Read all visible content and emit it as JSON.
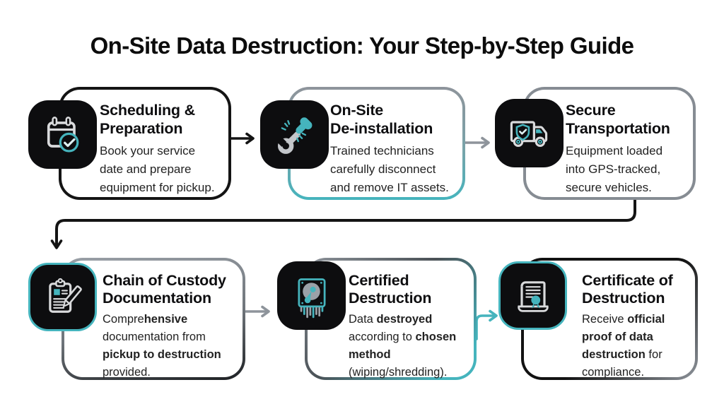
{
  "page": {
    "title": "On-Site Data Destruction: Your Step-by-Step Guide",
    "background": "#ffffff"
  },
  "colors": {
    "ink": "#141414",
    "gray": "#8e949b",
    "teal": "#45b4bd",
    "body_text": "#222222"
  },
  "flow": {
    "arrows": [
      {
        "name": "flow-arrow-1-2",
        "from": "scheduling-preparation",
        "to": "on-site-de-installation",
        "color": "#141414"
      },
      {
        "name": "flow-arrow-2-3",
        "from": "on-site-de-installation",
        "to": "secure-transportation",
        "color": "#8e949b"
      },
      {
        "name": "flow-connector-3-4",
        "from": "secure-transportation",
        "to": "chain-of-custody-documentation",
        "color": "#141414",
        "shape": "elbow"
      },
      {
        "name": "flow-arrow-4-5",
        "from": "chain-of-custody-documentation",
        "to": "certified-destruction",
        "color": "#8e949b"
      },
      {
        "name": "flow-arrow-5-6",
        "from": "certified-destruction",
        "to": "certificate-of-destruction",
        "color": "#45b4bd"
      }
    ]
  },
  "steps": [
    {
      "name": "scheduling-preparation",
      "icon": "calendar-check-icon",
      "title_lines": [
        "Scheduling &",
        "Preparation"
      ],
      "body_lines": [
        [
          {
            "t": "Book your service"
          }
        ],
        [
          {
            "t": "date and prepare"
          }
        ],
        [
          {
            "t": "equipment for pickup."
          }
        ]
      ]
    },
    {
      "name": "on-site-de-installation",
      "icon": "wrench-disconnect-icon",
      "title_lines": [
        "On-Site",
        "De-installation"
      ],
      "body_lines": [
        [
          {
            "t": "Trained technicians"
          }
        ],
        [
          {
            "t": "carefully disconnect"
          }
        ],
        [
          {
            "t": "and remove IT assets."
          }
        ]
      ]
    },
    {
      "name": "secure-transportation",
      "icon": "secure-truck-icon",
      "title_lines": [
        "Secure",
        "Transportation"
      ],
      "body_lines": [
        [
          {
            "t": "Equipment loaded"
          }
        ],
        [
          {
            "t": "into GPS-tracked,"
          }
        ],
        [
          {
            "t": "secure vehicles."
          }
        ]
      ]
    },
    {
      "name": "chain-of-custody-documentation",
      "icon": "clipboard-document-icon",
      "title_lines": [
        "Chain of Custody",
        "Documentation"
      ],
      "body_lines": [
        [
          {
            "t": "Compre"
          },
          {
            "t": "hensive",
            "b": true
          }
        ],
        [
          {
            "t": "documentation from"
          }
        ],
        [
          {
            "t": "pickup to destruction",
            "b": true
          }
        ],
        [
          {
            "t": "provided."
          }
        ]
      ]
    },
    {
      "name": "certified-destruction",
      "icon": "hard-drive-shred-icon",
      "title_lines": [
        "Certified",
        "Destruction"
      ],
      "body_lines": [
        [
          {
            "t": "Data "
          },
          {
            "t": "destroyed",
            "b": true
          }
        ],
        [
          {
            "t": "according to "
          },
          {
            "t": "chosen",
            "b": true
          }
        ],
        [
          {
            "t": "method",
            "b": true
          }
        ],
        [
          {
            "t": "(wiping/shredding)."
          }
        ]
      ]
    },
    {
      "name": "certificate-of-destruction",
      "icon": "certificate-seal-icon",
      "title_lines": [
        "Certificate of",
        "Destruction"
      ],
      "body_lines": [
        [
          {
            "t": "Receive "
          },
          {
            "t": "official",
            "b": true
          }
        ],
        [
          {
            "t": "proof of data",
            "b": true
          }
        ],
        [
          {
            "t": "destruction",
            "b": true
          },
          {
            "t": " for"
          }
        ],
        [
          {
            "t": "compliance."
          }
        ]
      ]
    }
  ]
}
